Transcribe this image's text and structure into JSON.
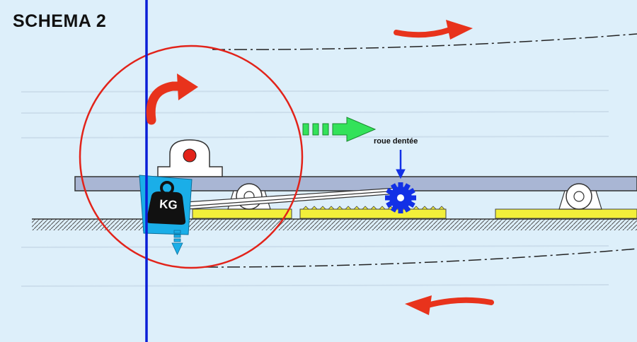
{
  "diagram": {
    "title": "SCHEMA 2",
    "gear_label": "roue dentée",
    "weight_label": "KG"
  },
  "colors": {
    "background": "#ddeffa",
    "circle": "#e2231a",
    "arrow": "#e8331c",
    "axis_line": "#0a1fd6",
    "beam": "#a9b6d4",
    "rack": "#f2ef3a",
    "gear": "#1230e6",
    "weight_box": "#1aaee8",
    "weight": "#111111",
    "green_arrow": "#33e25a"
  }
}
